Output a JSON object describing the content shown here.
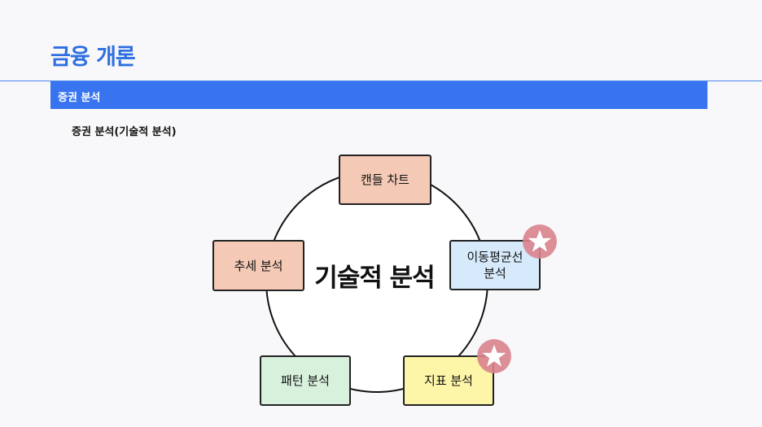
{
  "header": {
    "title": "금융 개론",
    "section": "증권 분석",
    "subtitle": "증권 분석(기술적 분석)"
  },
  "diagram": {
    "center": "기술적 분석",
    "nodes": {
      "top": {
        "line1": "캔들 차트",
        "line2": "",
        "color": "#f4c9b5"
      },
      "left": {
        "line1": "추세 분석",
        "line2": "",
        "color": "#f4c9b5"
      },
      "right": {
        "line1": "이동평균선",
        "line2": "분석",
        "color": "#d7eafc"
      },
      "bottom_left": {
        "line1": "패턴 분석",
        "line2": "",
        "color": "#d8f1dd"
      },
      "bottom_right": {
        "line1": "지표 분석",
        "line2": "",
        "color": "#fdf5a8"
      }
    },
    "badges": [
      "star-icon",
      "star-icon"
    ],
    "badge_color": "#d9838d"
  }
}
